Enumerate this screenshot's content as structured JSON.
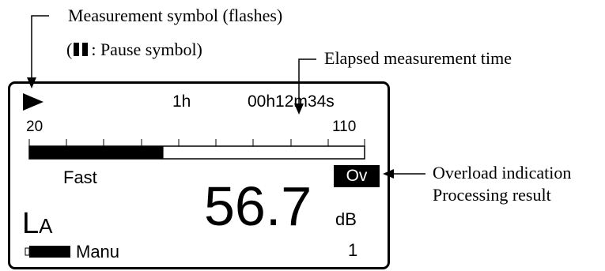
{
  "callouts": {
    "measurement_symbol": "Measurement symbol (flashes)",
    "pause_open": "(",
    "pause_text": ": Pause symbol)",
    "elapsed_time": "Elapsed measurement time",
    "overload_indication": "Overload indication",
    "processing_result": "Processing result"
  },
  "display": {
    "play_icon": "play-triangle",
    "pause_icon": "pause-bars",
    "measurement_period": "1h",
    "elapsed_time": "00h12m34s",
    "scale_min": "20",
    "scale_max": "110",
    "bar_level_fraction": 0.4,
    "time_weighting": "Fast",
    "overload": "Ov",
    "frequency_weighting_main": "L",
    "frequency_weighting_sub": "A",
    "reading": "56.7",
    "unit": "dB",
    "battery_icon": "battery",
    "range_mode": "Manu",
    "channel": "1"
  }
}
